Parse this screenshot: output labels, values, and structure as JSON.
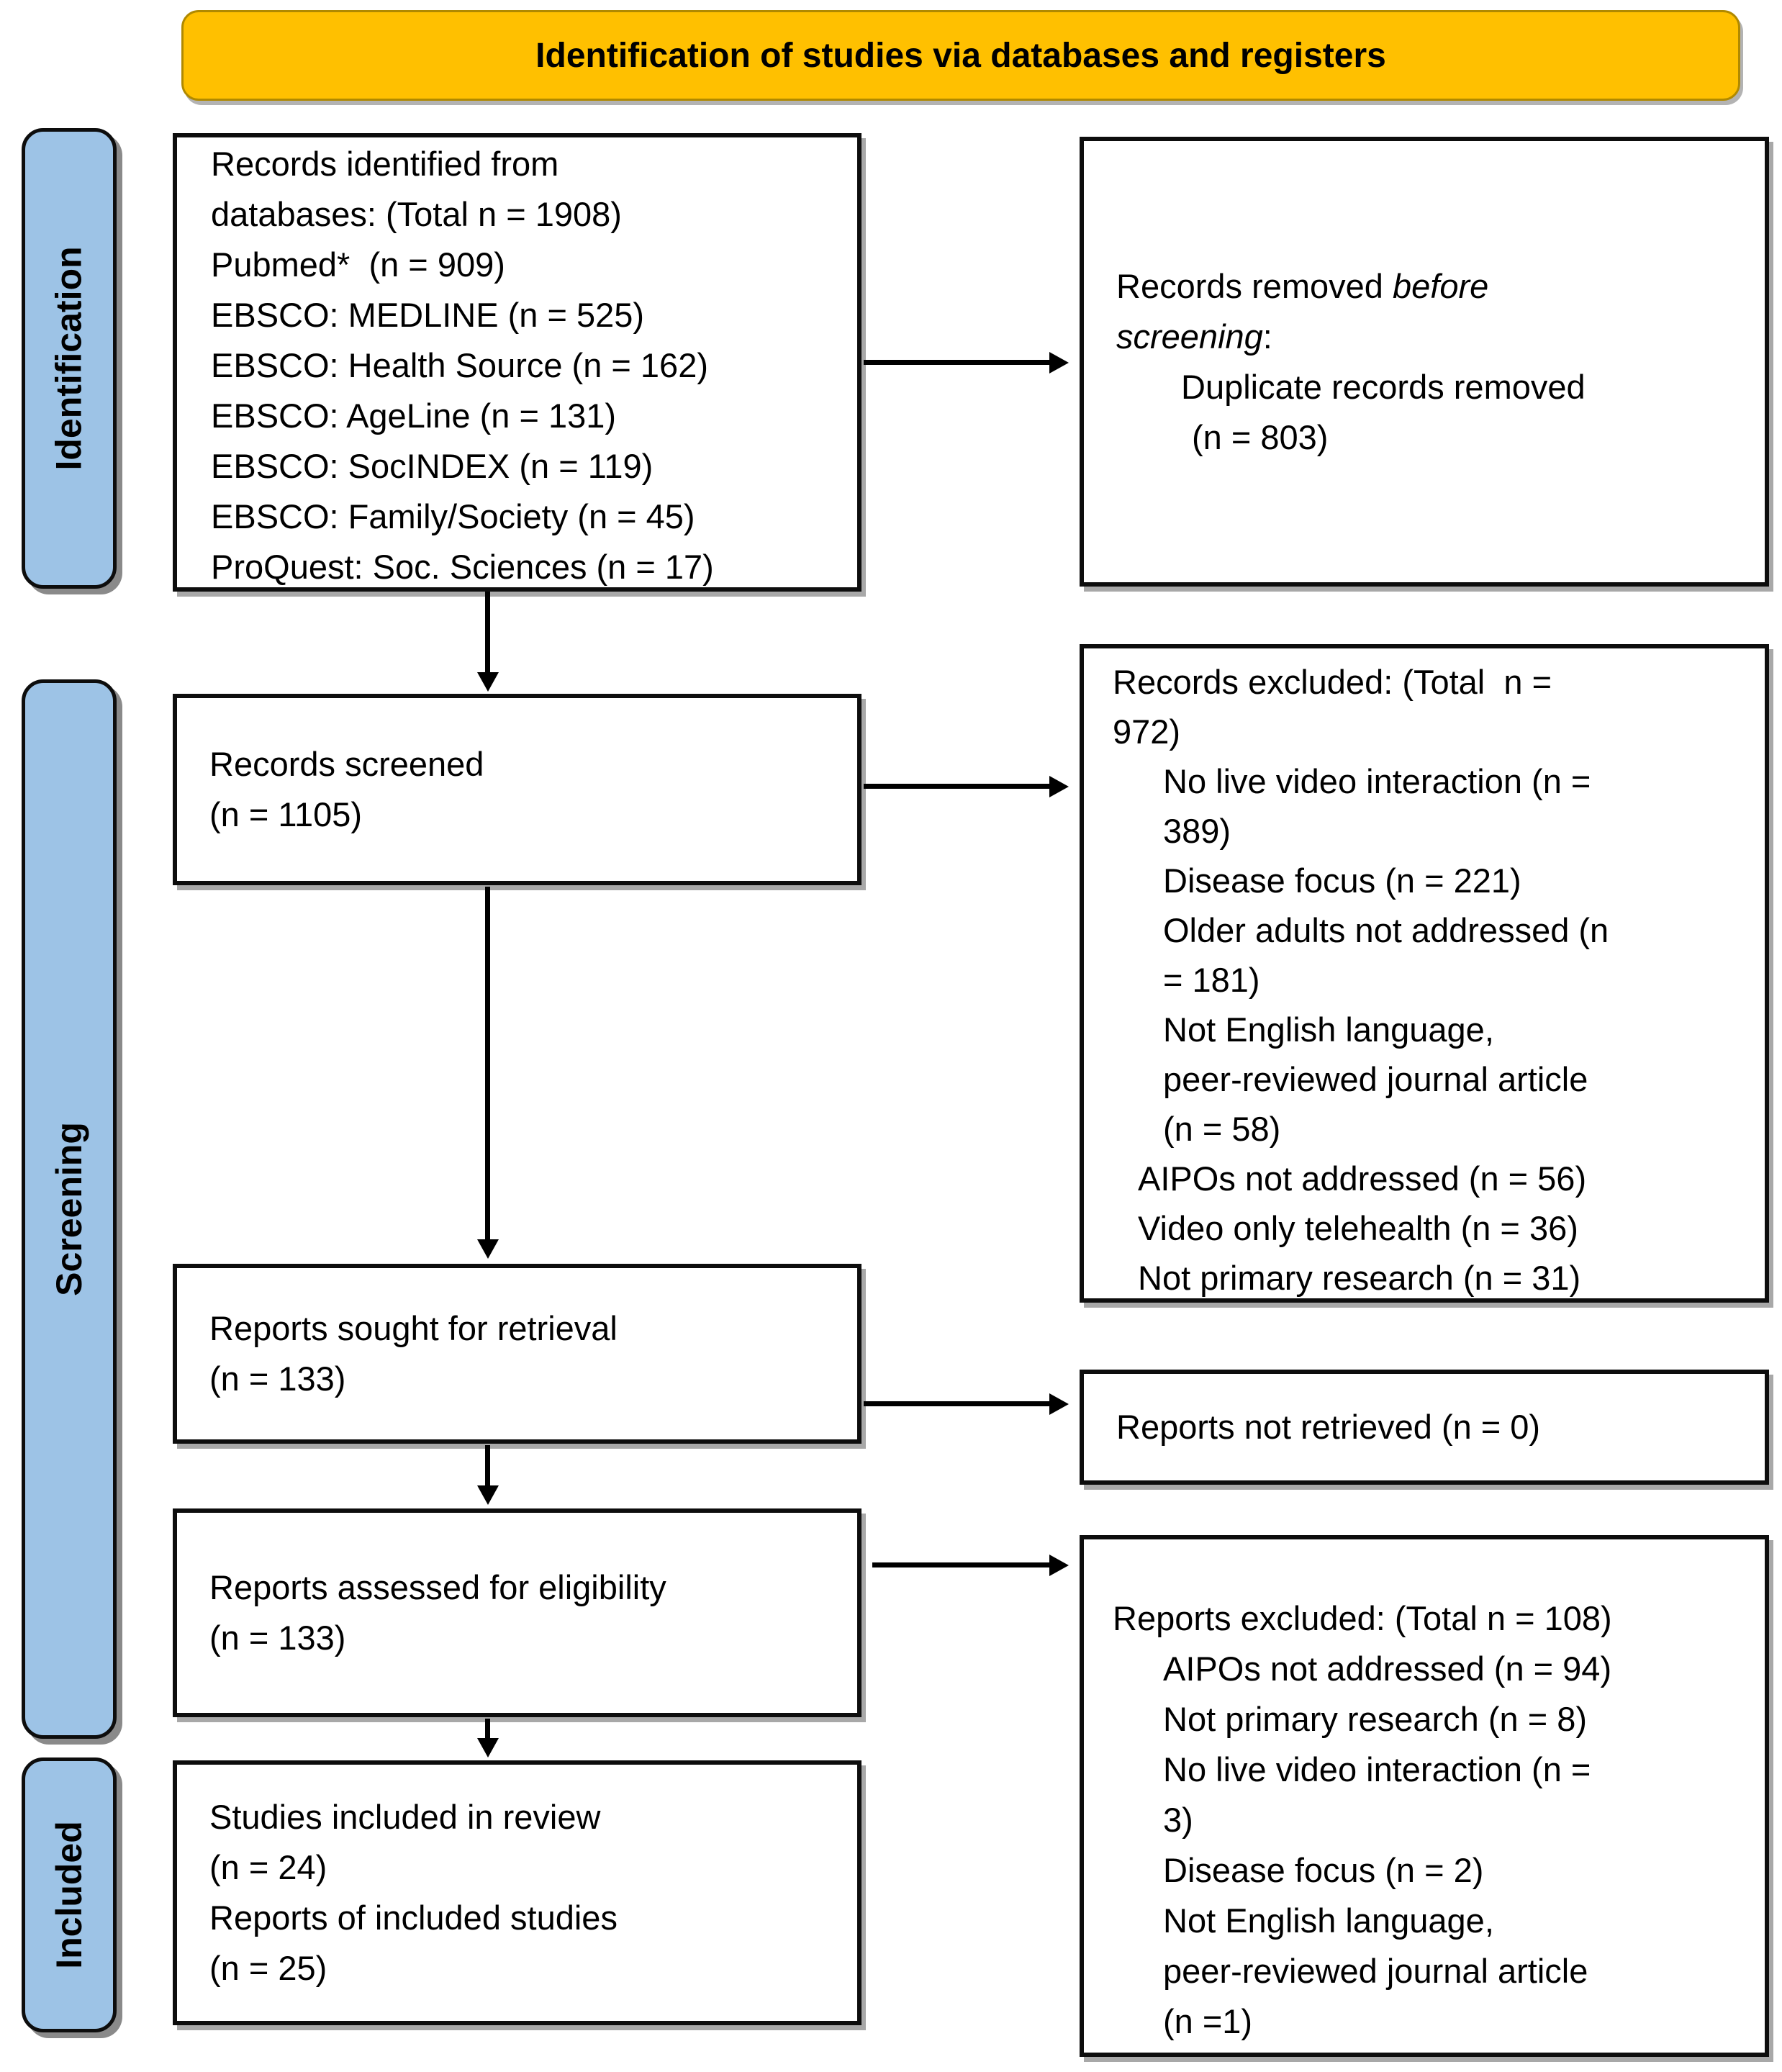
{
  "banner": {
    "title": "Identification of studies via databases and registers"
  },
  "stages": {
    "identification": "Identification",
    "screening": "Screening",
    "included": "Included"
  },
  "colors": {
    "banner_bg": "#FFC000",
    "stage_bg": "#9DC3E6",
    "box_border": "#000000",
    "box_bg": "#FFFFFF"
  },
  "boxes": {
    "records_identified": {
      "lines": [
        "Records identified from",
        "databases: (Total n = 1908)",
        "Pubmed*  (n = 909)",
        "EBSCO: MEDLINE (n = 525)",
        "EBSCO: Health Source (n = 162)",
        "EBSCO: AgeLine (n = 131)",
        "EBSCO: SocINDEX (n = 119)",
        "EBSCO: Family/Society (n = 45)",
        "ProQuest: Soc. Sciences (n = 17)"
      ]
    },
    "records_removed": {
      "intro_normal": "Records removed ",
      "intro_italic": "before",
      "intro2_italic": "screening",
      "intro2_normal": ":",
      "items": [
        "Duplicate records removed",
        "(n = 803)"
      ]
    },
    "records_screened": {
      "lines": [
        "Records screened",
        "(n = 1105)"
      ]
    },
    "records_excluded": {
      "title_lines": [
        "Records excluded: (Total  n =",
        "972)"
      ],
      "items": [
        "No live video interaction (n =",
        "389)",
        "Disease focus (n = 221)",
        "Older adults not addressed (n",
        "= 181)",
        "Not English language,",
        "peer-reviewed journal article",
        "(n = 58)",
        "AIPOs not addressed (n = 56)",
        "Video only telehealth (n = 36)",
        "Not primary research (n = 31)"
      ]
    },
    "reports_sought": {
      "lines": [
        "Reports sought for retrieval",
        "(n = 133)"
      ]
    },
    "reports_not_retrieved": {
      "lines": [
        "Reports not retrieved (n = 0)"
      ]
    },
    "reports_assessed": {
      "lines": [
        "Reports assessed for eligibility",
        "(n = 133)"
      ]
    },
    "reports_excluded": {
      "title": "Reports excluded: (Total n = 108)",
      "items": [
        "AIPOs not addressed (n = 94)",
        "Not primary research (n = 8)",
        "No live video interaction (n =",
        "3)",
        "Disease focus (n = 2)",
        "Not English language,",
        "peer-reviewed journal article",
        "(n =1)"
      ]
    },
    "studies_included": {
      "lines": [
        "Studies included in review",
        "(n = 24)",
        "Reports of included studies",
        "(n = 25)"
      ]
    }
  }
}
